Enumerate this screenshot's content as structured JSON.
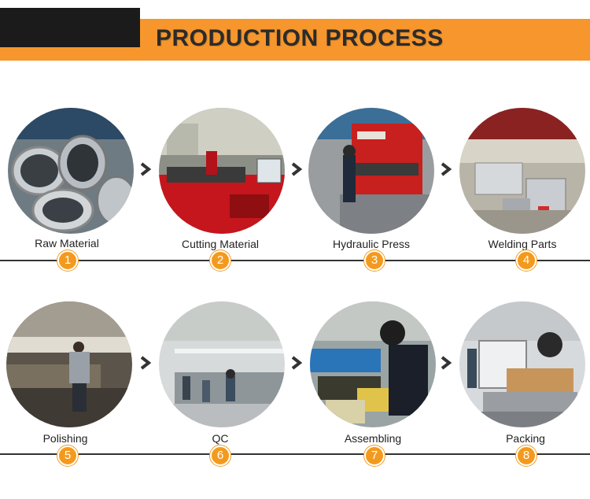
{
  "header": {
    "title": "PRODUCTION PROCESS"
  },
  "steps": [
    {
      "label": "Raw Material",
      "number": "1"
    },
    {
      "label": "Cutting Material",
      "number": "2"
    },
    {
      "label": "Hydraulic Press",
      "number": "3"
    },
    {
      "label": "Welding  Parts",
      "number": "4"
    },
    {
      "label": "Polishing",
      "number": "5"
    },
    {
      "label": "QC",
      "number": "6"
    },
    {
      "label": "Assembling",
      "number": "7"
    },
    {
      "label": "Packing",
      "number": "8"
    }
  ],
  "colors": {
    "accent": "#f6962c",
    "dark": "#1b1b1b",
    "badge": "#f39a1e"
  },
  "icons": {
    "arrow": "chevron-right-icon"
  }
}
